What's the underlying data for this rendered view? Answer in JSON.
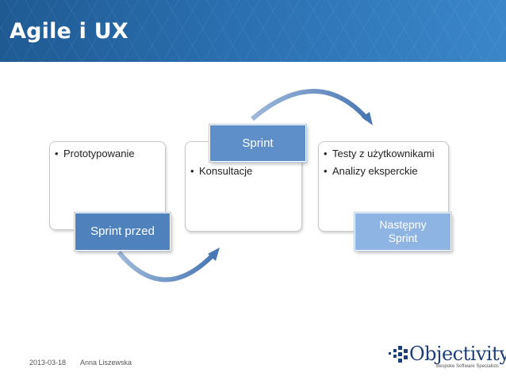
{
  "slide": {
    "title": "Agile i UX"
  },
  "boxes": [
    {
      "bullets": [
        "Prototypowanie"
      ],
      "tag": "Sprint przed"
    },
    {
      "bullets": [
        "Konsultacje"
      ],
      "tag": "Sprint"
    },
    {
      "bullets": [
        "Testy z użytkownikami",
        "Analizy eksperckie"
      ],
      "tag_line1": "Następny",
      "tag_line2": "Sprint"
    }
  ],
  "footer": {
    "date": "2013-03-18",
    "author": "Anna Liszewska"
  },
  "logo": {
    "name": "Objectivity",
    "tagline": "Bespoke Software Specialists"
  },
  "colors": {
    "title_bar": "#2a6fb0",
    "tag_dark": "#4f81bd",
    "tag_light": "#8eb4e3",
    "arrow": "#4f81bd"
  }
}
